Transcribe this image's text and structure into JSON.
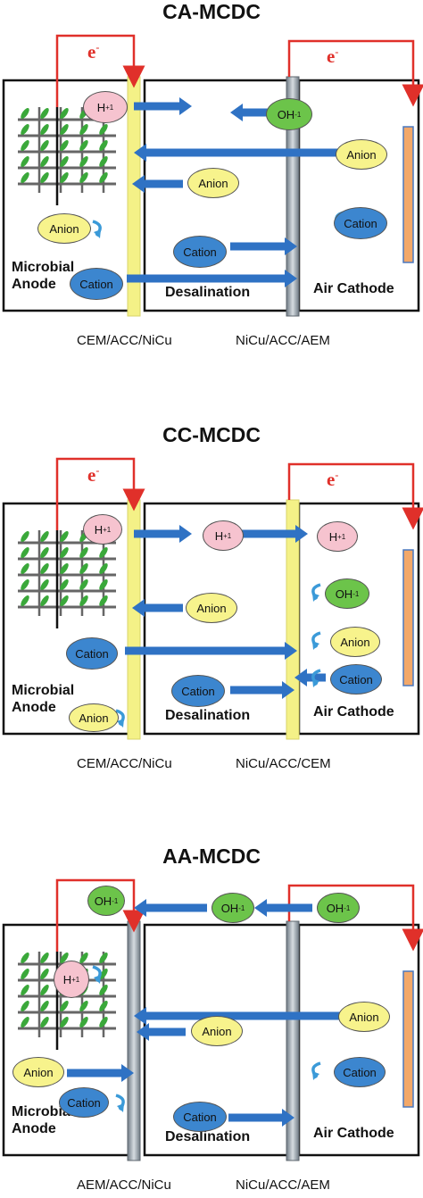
{
  "colors": {
    "electron_wire": "#e0302a",
    "ion_arrow": "#2f72c4",
    "cem_membrane": "#f4f187",
    "aem_membrane": "#9aa4ad",
    "cathode_strip": "#f2a86a",
    "anode_green": "#3aa83a"
  },
  "panels": [
    {
      "title": "CA-MCDC",
      "electron_label": "e",
      "electron_sup": "-",
      "anode_label": "Microbial\nAnode",
      "middle_label": "Desalination",
      "cathode_label": "Air Cathode",
      "left_membrane_label": "CEM/ACC/NiCu",
      "right_membrane_label": "NiCu/ACC/AEM",
      "ions": [
        {
          "name": "h-ion",
          "type": "h",
          "text": "H",
          "sup": "+1"
        },
        {
          "name": "oh-ion",
          "type": "oh",
          "text": "OH",
          "sup": "-1"
        },
        {
          "name": "anion-cathode",
          "type": "an",
          "text": "Anion"
        },
        {
          "name": "anion-middle",
          "type": "an",
          "text": "Anion"
        },
        {
          "name": "anion-anode",
          "type": "an",
          "text": "Anion"
        },
        {
          "name": "cation-cathode",
          "type": "ca",
          "text": "Cation"
        },
        {
          "name": "cation-middle",
          "type": "ca",
          "text": "Cation"
        },
        {
          "name": "cation-anode",
          "type": "ca",
          "text": "Cation"
        }
      ]
    },
    {
      "title": "CC-MCDC",
      "electron_label": "e",
      "electron_sup": "-",
      "anode_label": "Microbial\nAnode",
      "middle_label": "Desalination",
      "cathode_label": "Air Cathode",
      "left_membrane_label": "CEM/ACC/NiCu",
      "right_membrane_label": "NiCu/ACC/CEM",
      "ions": [
        {
          "name": "h-ion-anode",
          "type": "h",
          "text": "H",
          "sup": "+1"
        },
        {
          "name": "h-ion-middle",
          "type": "h",
          "text": "H",
          "sup": "+1"
        },
        {
          "name": "h-ion-cathode",
          "type": "h",
          "text": "H",
          "sup": "+1"
        },
        {
          "name": "anion-middle",
          "type": "an",
          "text": "Anion"
        },
        {
          "name": "oh-ion",
          "type": "oh",
          "text": "OH",
          "sup": "-1"
        },
        {
          "name": "cation-anode",
          "type": "ca",
          "text": "Cation"
        },
        {
          "name": "anion-cathode",
          "type": "an",
          "text": "Anion"
        },
        {
          "name": "cation-cathode",
          "type": "ca",
          "text": "Cation"
        },
        {
          "name": "cation-middle",
          "type": "ca",
          "text": "Cation"
        },
        {
          "name": "anion-anode",
          "type": "an",
          "text": "Anion"
        }
      ]
    },
    {
      "title": "AA-MCDC",
      "electron_label": "e",
      "electron_sup": "-",
      "anode_label": "Microbial\nAnode",
      "middle_label": "Desalination",
      "cathode_label": "Air Cathode",
      "left_membrane_label": "AEM/ACC/NiCu",
      "right_membrane_label": "NiCu/ACC/AEM",
      "ions": [
        {
          "name": "oh-ion-anode",
          "type": "oh",
          "text": "OH",
          "sup": "-1"
        },
        {
          "name": "oh-ion-middle",
          "type": "oh",
          "text": "OH",
          "sup": "-1"
        },
        {
          "name": "oh-ion-cathode",
          "type": "oh",
          "text": "OH",
          "sup": "-1"
        },
        {
          "name": "h-ion",
          "type": "h",
          "text": "H",
          "sup": "+1"
        },
        {
          "name": "anion-cathode",
          "type": "an",
          "text": "Anion"
        },
        {
          "name": "anion-middle",
          "type": "an",
          "text": "Anion"
        },
        {
          "name": "anion-anode",
          "type": "an",
          "text": "Anion"
        },
        {
          "name": "cation-cathode",
          "type": "ca",
          "text": "Cation"
        },
        {
          "name": "cation-anode",
          "type": "ca",
          "text": "Cation"
        },
        {
          "name": "cation-middle",
          "type": "ca",
          "text": "Cation"
        }
      ]
    }
  ]
}
